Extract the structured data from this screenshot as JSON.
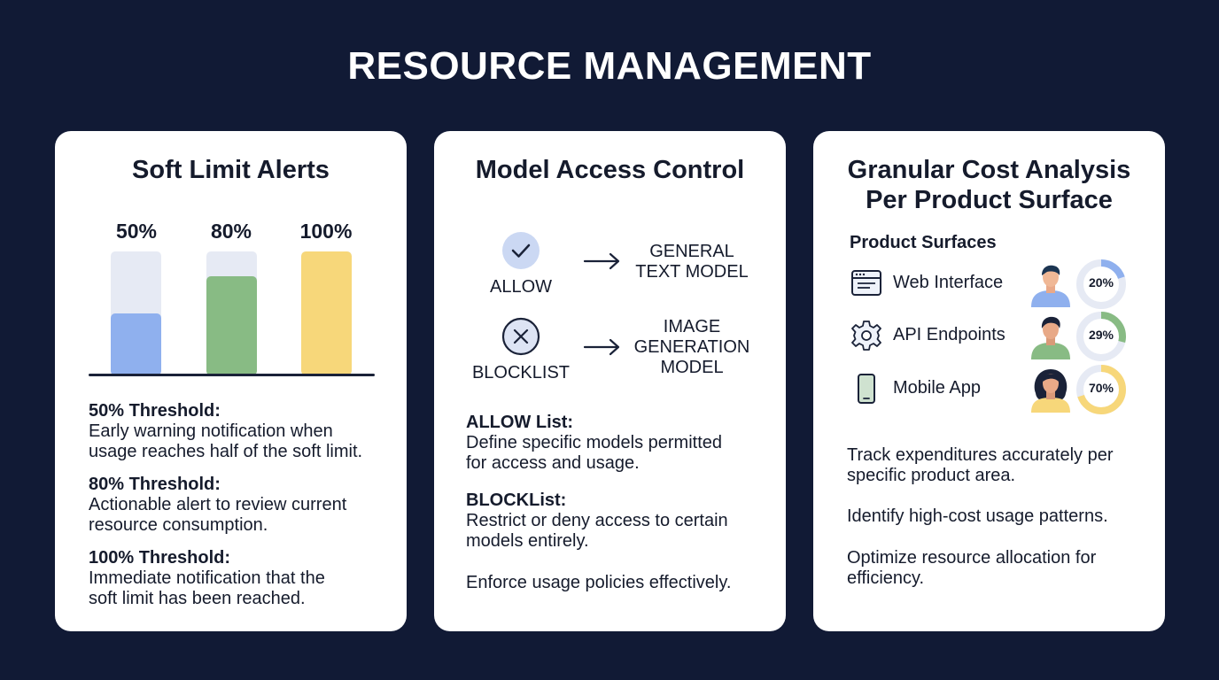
{
  "title": "RESOURCE MANAGEMENT",
  "soft_limit": {
    "title": "Soft Limit Alerts",
    "bars": [
      {
        "label": "50%",
        "fill": 0.5,
        "color": "#8fb0ee"
      },
      {
        "label": "80%",
        "fill": 0.8,
        "color": "#88bb84"
      },
      {
        "label": "100%",
        "fill": 1.0,
        "color": "#f7d77a"
      }
    ],
    "thresholds": [
      {
        "heading": "50% Threshold:",
        "lines": [
          "Early warning notification when",
          "usage reaches half of the soft limit."
        ]
      },
      {
        "heading": "80% Threshold:",
        "lines": [
          "Actionable alert to review current",
          "resource consumption."
        ]
      },
      {
        "heading": "100% Threshold:",
        "lines": [
          "Immediate notification that the",
          "soft limit has been reached."
        ]
      }
    ]
  },
  "model_access": {
    "title": "Model Access Control",
    "allow_label": "ALLOW",
    "allow_model_lines": [
      "GENERAL",
      "TEXT MODEL"
    ],
    "block_label": "BLOCKLIST",
    "block_model_lines": [
      "IMAGE",
      "GENERATION",
      "MODEL"
    ],
    "allow_heading": "ALLOW List:",
    "allow_desc": [
      "Define specific models permitted",
      "for access and usage."
    ],
    "block_heading": "BLOCKList:",
    "block_desc": [
      "Restrict or deny access to certain",
      "models entirely."
    ],
    "footer": "Enforce usage policies effectively."
  },
  "cost": {
    "title_lines": [
      "Granular Cost Analysis",
      "Per Product Surface"
    ],
    "surfaces_heading": "Product Surfaces",
    "surfaces": [
      {
        "label": "Web Interface",
        "icon": "browser-window-icon",
        "percent_label": "20%",
        "percent": 20,
        "color": "#8fb0ee"
      },
      {
        "label": "API Endpoints",
        "icon": "gear-icon",
        "percent_label": "29%",
        "percent": 29,
        "color": "#88bb84"
      },
      {
        "label": "Mobile App",
        "icon": "mobile-phone-icon",
        "percent_label": "70%",
        "percent": 70,
        "color": "#f7d77a"
      }
    ],
    "paragraphs": [
      [
        "Track expenditures accurately per",
        "specific product area."
      ],
      [
        "Identify high-cost usage patterns."
      ],
      [
        "Optimize resource allocation for",
        "efficiency."
      ]
    ]
  }
}
